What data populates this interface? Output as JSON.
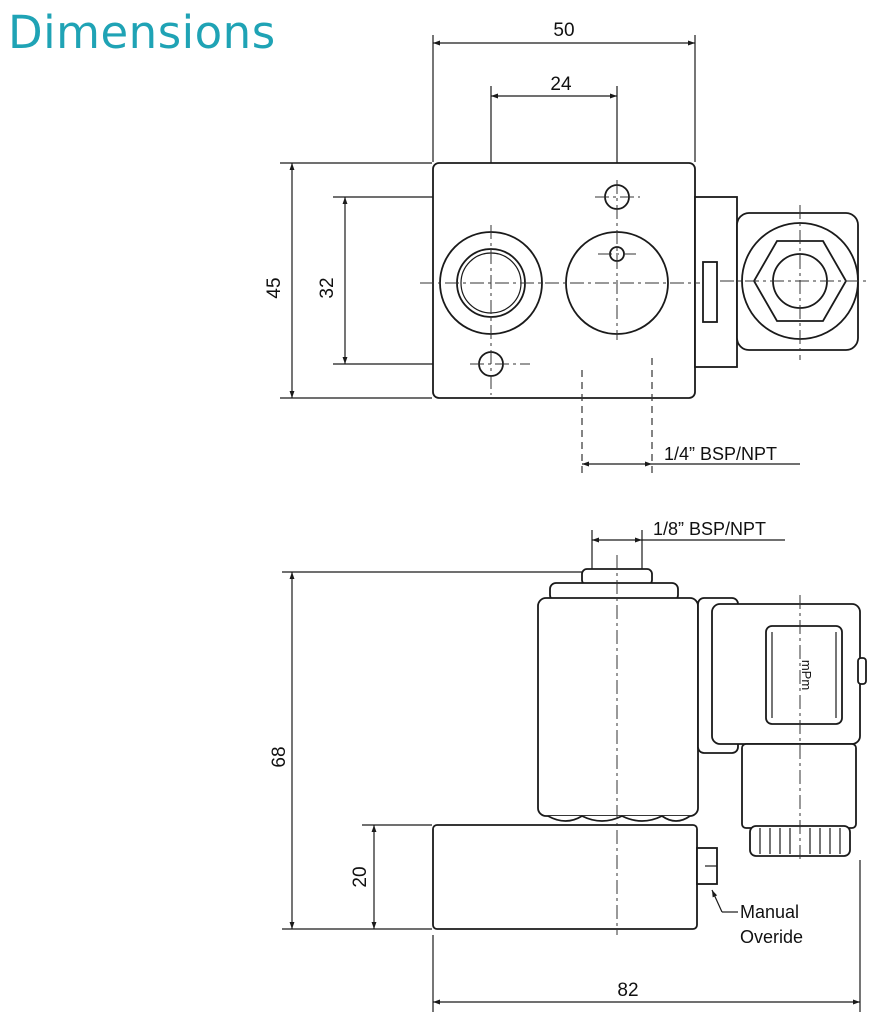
{
  "title": "Dimensions",
  "top_view": {
    "width_overall": "50",
    "hole_spacing": "24",
    "height_overall": "45",
    "height_holes": "32",
    "port_label": "1/4” BSP/NPT"
  },
  "side_view": {
    "port_label": "1/8” BSP/NPT",
    "height_overall": "68",
    "base_height": "20",
    "width_overall": "82",
    "override_label_line1": "Manual",
    "override_label_line2": "Overide",
    "connector_brand": "mPm"
  }
}
